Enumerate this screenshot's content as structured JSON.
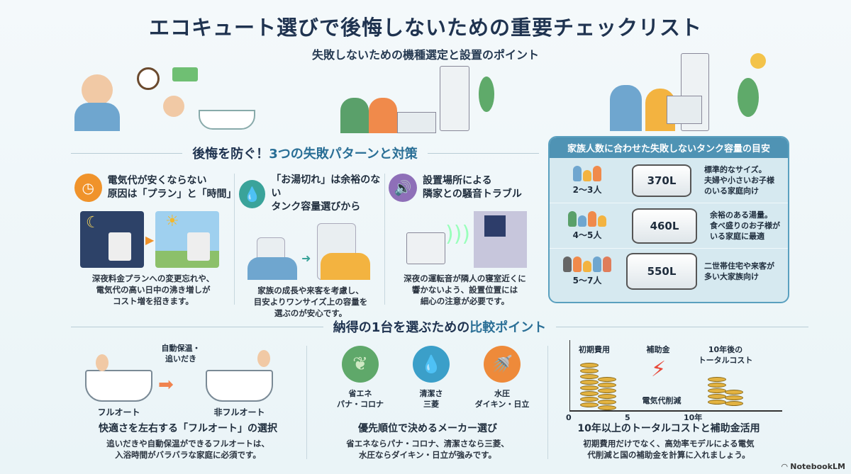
{
  "header": {
    "title": "エコキュート選びで後悔しないための重要チェックリスト",
    "subtitle": "失敗しないための機種選定と設置のポイント"
  },
  "failures": {
    "heading_pre": "後悔を防ぐ！",
    "heading_accent": "3つの失敗パターンと",
    "heading_post": "対策",
    "items": [
      {
        "icon": "clock-icon",
        "color": "#f0932b",
        "title1": "電気代が安くならない",
        "title2": "原因は「プラン」と「時間」",
        "desc1": "深夜料金プランへの変更忘れや、",
        "desc2": "電気代の高い日中の沸き増しが",
        "desc3": "コスト増を招きます。"
      },
      {
        "icon": "water-drop-icon",
        "color": "#3aa39a",
        "title1": "「お湯切れ」は余裕のない",
        "title2": "タンク容量選びから",
        "desc1": "家族の成長や来客を考慮し、",
        "desc2": "目安よりワンサイズ上の容量を",
        "desc3": "選ぶのが安心です。"
      },
      {
        "icon": "speaker-icon",
        "color": "#8e6fb8",
        "title1": "設置場所による",
        "title2": "隣家との騒音トラブル",
        "desc1": "深夜の運転音が隣人の寝室近くに",
        "desc2": "響かないよう、設置位置には",
        "desc3": "細心の注意が必要です。"
      }
    ]
  },
  "tank_guide": {
    "title": "家族人数に合わせた失敗しないタンク容量の目安",
    "rows": [
      {
        "people": "2〜3人",
        "capacity": "370L",
        "desc1": "標準的なサイズ。",
        "desc2": "夫婦や小さいお子様",
        "desc3": "のいる家庭向け"
      },
      {
        "people": "4〜5人",
        "capacity": "460L",
        "desc1": "余裕のある湯量。",
        "desc2": "食べ盛りのお子様が",
        "desc3": "いる家庭に最適"
      },
      {
        "people": "5〜7人",
        "capacity": "550L",
        "desc1": "二世帯住宅や来客が",
        "desc2": "多い大家族向け",
        "desc3": ""
      }
    ]
  },
  "comparison": {
    "heading_pre": "納得の1台を選ぶための",
    "heading_accent": "比較ポイント",
    "fullauto": {
      "arrow_label1": "自動保温・",
      "arrow_label2": "追いだき",
      "left_label": "フルオート",
      "right_label": "非フルオート",
      "title": "快適さを左右する「フルオート」の選択",
      "desc1": "追いだきや自動保温ができるフルオートは、",
      "desc2": "入浴時間がバラバラな家庭に必須です。"
    },
    "maker": {
      "items": [
        {
          "l1": "省エネ",
          "l2": "パナ・コロナ",
          "color": "#5fa86a"
        },
        {
          "l1": "清潔さ",
          "l2": "三菱",
          "color": "#3b9fc9"
        },
        {
          "l1": "水圧",
          "l2": "ダイキン・日立",
          "color": "#ee8a3a"
        }
      ],
      "title": "優先順位で決めるメーカー選び",
      "desc1": "省エネならパナ・コロナ、清潔さなら三菱、",
      "desc2": "水圧ならダイキン・日立が強みです。"
    },
    "cost": {
      "initial": "初期費用",
      "subsidy": "補助金",
      "total1": "10年後の",
      "total2": "トータルコスト",
      "saving": "電気代削減",
      "ticks": [
        "0",
        "5",
        "10年"
      ],
      "title": "10年以上のトータルコストと補助金活用",
      "desc1": "初期費用だけでなく、高効率モデルによる電気",
      "desc2": "代削減と国の補助金を計算に入れましょう。"
    }
  },
  "footer": {
    "brand": "NotebookLM"
  }
}
